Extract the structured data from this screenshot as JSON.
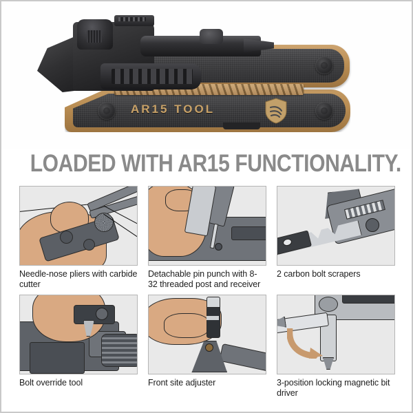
{
  "headline": "LOADED WITH AR15 FUNCTIONALITY.",
  "hero": {
    "engraving": "AR15 TOOL",
    "logo_name": "shield-logo",
    "colors": {
      "tan": "#bb8f55",
      "dark_handle": "#3a3a3c",
      "engraving_text": "#c9a268"
    }
  },
  "features": [
    {
      "caption": "Needle-nose pliers with carbide cutter",
      "illustration": "hand-using-needle-nose-pliers-on-wire"
    },
    {
      "caption": "Detachable pin punch with 8-32 threaded post and receiver",
      "illustration": "hand-using-pin-punch-on-rifle-receiver"
    },
    {
      "caption": "2 carbon bolt scrapers",
      "illustration": "carbon-bolt-scraper-blade-extended"
    },
    {
      "caption": "Bolt override tool",
      "illustration": "hand-using-bolt-override-tool-on-upper-receiver"
    },
    {
      "caption": "Front site adjuster",
      "illustration": "hand-holding-front-sight-adjuster-above-front-sight"
    },
    {
      "caption": "3-position locking magnetic bit driver",
      "illustration": "rotating-magnetic-bit-driver-with-arrow"
    }
  ],
  "style": {
    "headline_color": "#8a8a8a",
    "panel_border": "#b5b5b5",
    "panel_bg": "#e9e9e9",
    "page_border": "#c9c9c9"
  }
}
